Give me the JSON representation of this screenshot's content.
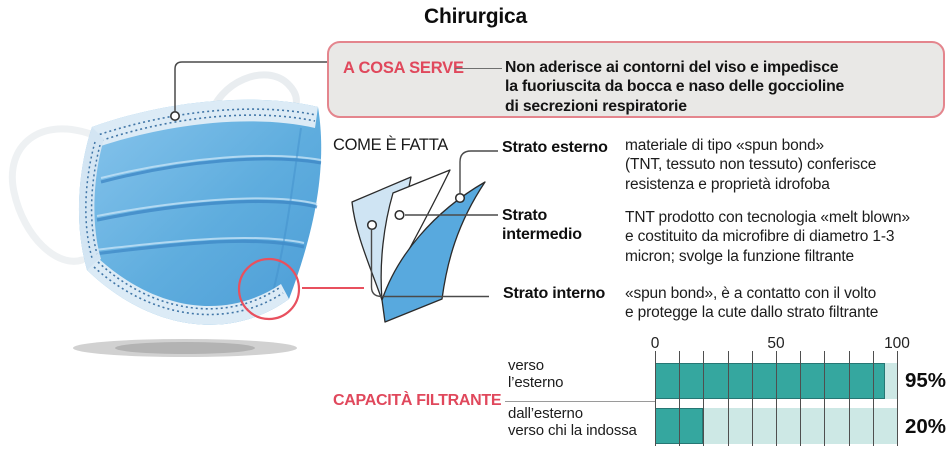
{
  "title": "Chirurgica",
  "what_for": {
    "label": "A COSA SERVE",
    "lines": [
      "Non aderisce ai contorni del viso e impedisce",
      "la fuoriuscita da bocca e naso delle goccioline",
      "di secrezioni respiratorie"
    ]
  },
  "how_made": {
    "label": "COME È FATTA",
    "layers": [
      {
        "name_lines": [
          "Strato esterno"
        ],
        "desc_lines": [
          "materiale di tipo «spun bond»",
          "(TNT, tessuto non tessuto) conferisce",
          "resistenza e proprietà idrofoba"
        ]
      },
      {
        "name_lines": [
          "Strato",
          "intermedio"
        ],
        "desc_lines": [
          "TNT prodotto con tecnologia «melt blown»",
          "e costituito da microfibre di diametro 1-3",
          "micron; svolge la funzione filtrante"
        ]
      },
      {
        "name_lines": [
          "Strato interno"
        ],
        "desc_lines": [
          "«spun bond», è a contatto con il volto",
          "e protegge la cute dallo strato filtrante"
        ]
      }
    ]
  },
  "chart_data": {
    "type": "bar",
    "orientation": "horizontal",
    "title": "CAPACITÀ FILTRANTE",
    "categories": [
      "verso l’esterno",
      "dall’esterno verso chi la indossa"
    ],
    "values": [
      95,
      20
    ],
    "rows": [
      {
        "label_lines": [
          "verso",
          "l’esterno"
        ],
        "value": 95,
        "value_label": "95%"
      },
      {
        "label_lines": [
          "dall’esterno",
          "verso chi la indossa"
        ],
        "value": 20,
        "value_label": "20%"
      }
    ],
    "xlim": [
      0,
      100
    ],
    "ticks": [
      "0",
      "50",
      "100"
    ],
    "gridline_step": 10,
    "grid": true,
    "bar_color": "#35a79f",
    "track_color": "#cde8e5"
  },
  "colors": {
    "accent_red": "#e0485c",
    "box_border": "#e4858d",
    "box_bg": "#e9e8e6",
    "teal": "#35a79f",
    "teal_light": "#cde8e5",
    "mask_blue": "#5fadde",
    "layer_light_blue": "#cfe4f3"
  }
}
